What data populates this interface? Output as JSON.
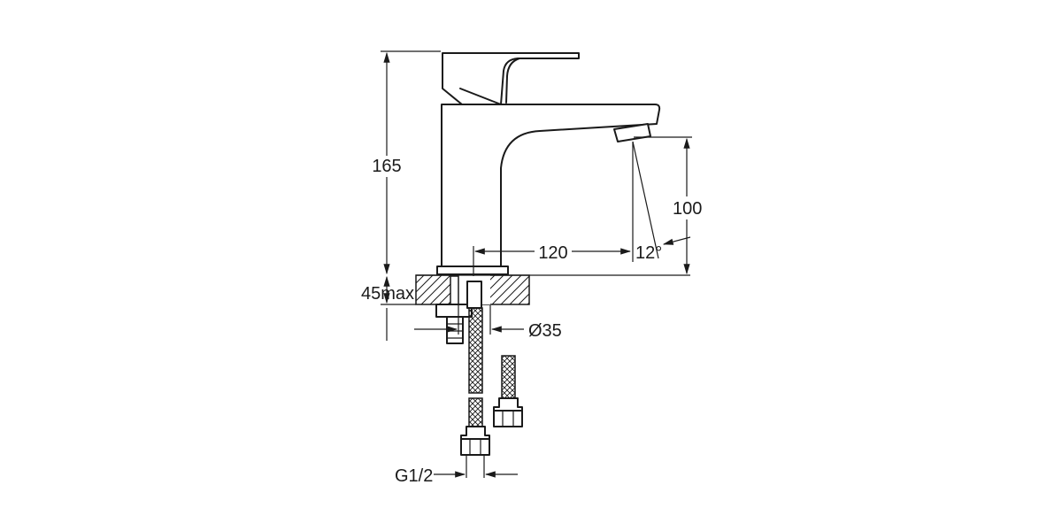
{
  "drawing": {
    "dimensions": {
      "height_total": "165",
      "spout_height": "100",
      "spout_reach": "120",
      "spout_angle": "12°",
      "max_counter_thickness": "45max",
      "hole_diameter": "Ø35",
      "connection_thread": "G1/2"
    }
  }
}
